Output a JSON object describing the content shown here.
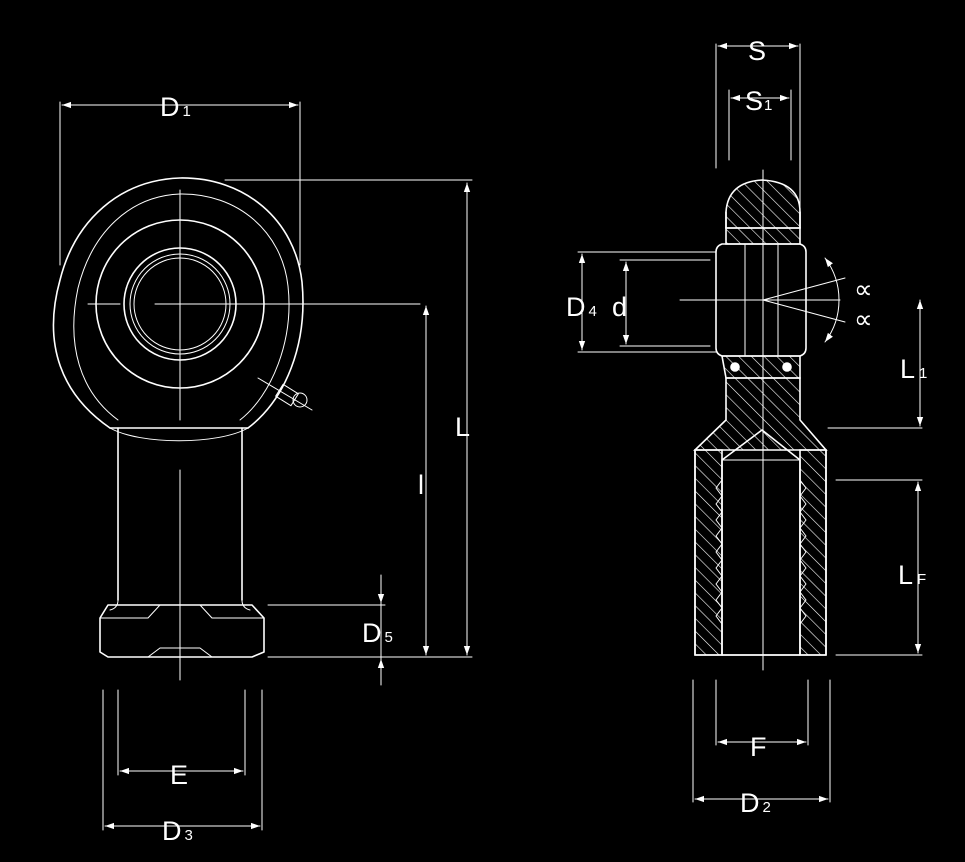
{
  "colors": {
    "background": "#000000",
    "line": "#ffffff"
  },
  "labels": {
    "D1": {
      "main": "D",
      "sub": "1"
    },
    "L": {
      "main": "L"
    },
    "l": {
      "main": "l"
    },
    "D5": {
      "main": "D",
      "sub": "5"
    },
    "E": {
      "main": "E"
    },
    "D3": {
      "main": "D",
      "sub": "3"
    },
    "S": {
      "main": "S"
    },
    "S1": {
      "main": "S",
      "sub": "1"
    },
    "D4": {
      "main": "D",
      "sub": "4"
    },
    "d": {
      "main": "d"
    },
    "L1": {
      "main": "L",
      "sub": "1"
    },
    "LF": {
      "main": "L",
      "sub": "F"
    },
    "F": {
      "main": "F"
    },
    "D2": {
      "main": "D",
      "sub": "2"
    },
    "alpha_upper": "∝",
    "alpha_lower": "∝"
  }
}
